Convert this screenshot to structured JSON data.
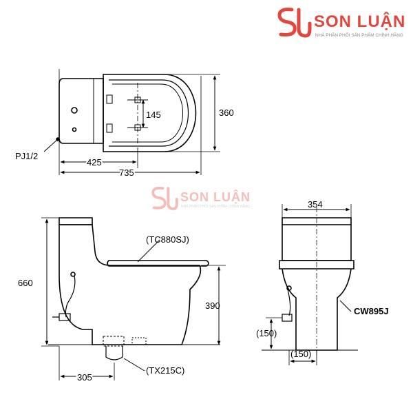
{
  "brand": {
    "name": "SON LUẬN",
    "tagline": "NHÀ PHÂN PHỐI SẢN PHẨM CHÍNH HÃNG",
    "color": "#e0463c"
  },
  "watermark": {
    "name": "SON LUẬN",
    "tagline": "NHÀ PHÂN PHỐI SẢN PHẨM CHÍNH HÃNG"
  },
  "top_view": {
    "dim_145": "145",
    "dim_360": "360",
    "dim_425": "425",
    "dim_735": "735",
    "pipe_label": "PJ1/2"
  },
  "side_view": {
    "dim_660": "660",
    "dim_390": "390",
    "dim_305": "305",
    "seat_label": "(TC880SJ)",
    "drain_label": "(TX215C)"
  },
  "front_view": {
    "dim_354": "354",
    "dim_150_side": "(150)",
    "dim_150_bottom": "(150)",
    "model_label": "CW895J"
  }
}
